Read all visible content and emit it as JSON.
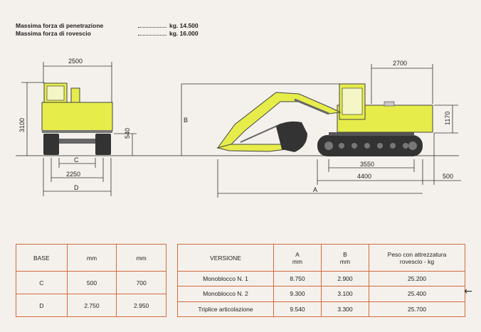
{
  "header": {
    "line1_label": "Massima forza di penetrazione",
    "line1_value": "kg. 14.500",
    "line2_label": "Massima forza di rovescio",
    "line2_value": "kg. 16.000"
  },
  "dimensions": {
    "width_top": "2500",
    "height_left": "3100",
    "clearance": "540",
    "c_label": "C",
    "track_gauge": "2250",
    "d_label": "D",
    "b_label": "B",
    "tail_radius": "2700",
    "tail_height": "1170",
    "track_length": "3550",
    "track_total": "4400",
    "offset": "500",
    "a_label": "A"
  },
  "colors": {
    "machine_yellow": "#e6ec4a",
    "track_dark": "#333333",
    "table_border": "#d46a3c"
  },
  "base_table": {
    "headers": [
      "BASE",
      "mm",
      "mm"
    ],
    "rows": [
      [
        "C",
        "500",
        "700"
      ],
      [
        "D",
        "2.750",
        "2.950"
      ]
    ]
  },
  "version_table": {
    "headers": [
      "VERSIONE",
      "A\nmm",
      "B\nmm",
      "Peso con attrezzatura\nrovescio - kg"
    ],
    "rows": [
      [
        "Monoblocco N. 1",
        "8.750",
        "2.900",
        "25.200"
      ],
      [
        "Monoblocco N. 2",
        "9.300",
        "3.100",
        "25.400"
      ],
      [
        "Triplice articolazione",
        "9.540",
        "3.300",
        "25.700"
      ]
    ]
  },
  "marker": "←"
}
